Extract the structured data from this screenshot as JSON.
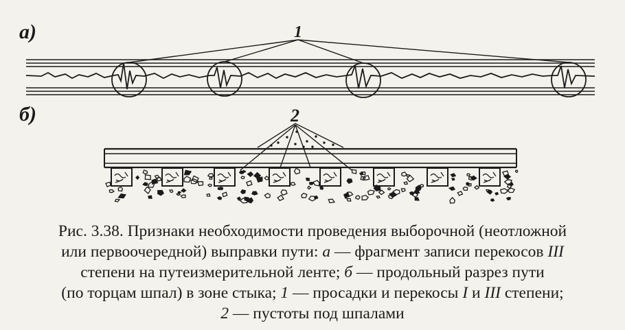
{
  "labels": {
    "panel_a": "а)",
    "panel_b": "б)",
    "callout_1": "1",
    "callout_2": "2"
  },
  "caption": {
    "l1": "Рис. 3.38. Признаки необходимости проведения выборочной (неотложной",
    "l2a": "или первоочередной) выправки пути: ",
    "l2b": "а",
    "l2c": " — фрагмент записи перекосов ",
    "l2d": "III",
    "l3a": "степени на путеизмерительной ленте; ",
    "l3b": "б",
    "l3c": " — продольный разрез пути",
    "l4a": "(по торцам шпал) в зоне стыка; ",
    "l4b": "1",
    "l4c": " — просадки и перекосы ",
    "l4d": "I",
    "l4e": " и ",
    "l4f": "III",
    "l4g": " степени;",
    "l5a": "2",
    "l5b": " — пустоты под шпалами"
  },
  "colors": {
    "ink": "#1b1b1b",
    "paper": "#f4f2ec"
  }
}
